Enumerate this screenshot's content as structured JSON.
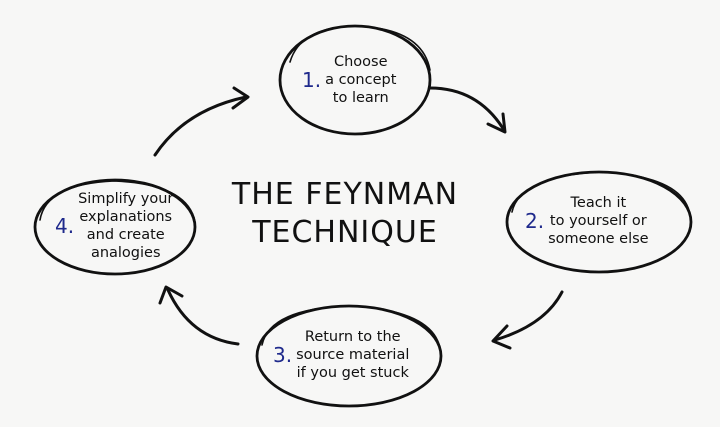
{
  "diagram": {
    "title_lines": [
      "THE FEYNMAN",
      "TECHNIQUE"
    ],
    "steps": [
      {
        "number": "1.",
        "lines": [
          "Choose",
          "a concept",
          "to learn"
        ]
      },
      {
        "number": "2.",
        "lines": [
          "Teach it",
          "to yourself or",
          "someone else"
        ]
      },
      {
        "number": "3.",
        "lines": [
          "Return to the",
          "source material",
          "if you get stuck"
        ]
      },
      {
        "number": "4.",
        "lines": [
          "Simplify your",
          "explanations",
          "and create",
          "analogies"
        ]
      }
    ]
  }
}
